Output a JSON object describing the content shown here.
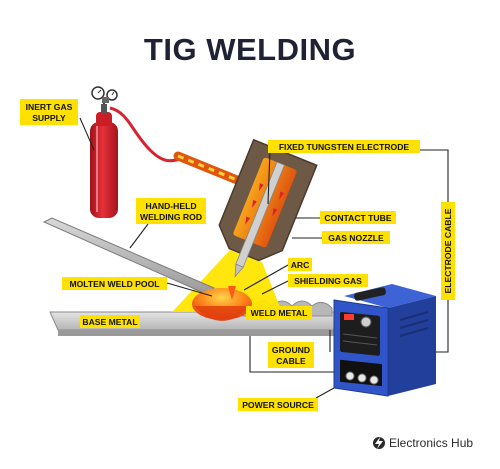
{
  "title": "TIG WELDING",
  "labels": {
    "inert_gas": [
      "INERT GAS",
      "SUPPLY"
    ],
    "tungsten": "FIXED TUNGSTEN ELECTRODE",
    "welding_rod": [
      "HAND-HELD",
      "WELDING ROD"
    ],
    "contact_tube": "CONTACT TUBE",
    "gas_nozzle": "GAS NOZZLE",
    "electrode_cable": "ELECTRODE CABLE",
    "arc": "ARC",
    "shielding_gas": "SHIELDING GAS",
    "molten_pool": "MOLTEN WELD POOL",
    "base_metal": "BASE METAL",
    "weld_metal": "WELD METAL",
    "ground_cable": [
      "GROUND",
      "CABLE"
    ],
    "power_source": "POWER SOURCE"
  },
  "brand": {
    "name": "Electronics Hub"
  },
  "colors": {
    "tag_yellow": "#ffe100",
    "cylinder_red": "#d9232e",
    "machine_blue": "#2f55c8",
    "nozzle_brown": "#6e5846",
    "title_navy": "#1f2235"
  }
}
